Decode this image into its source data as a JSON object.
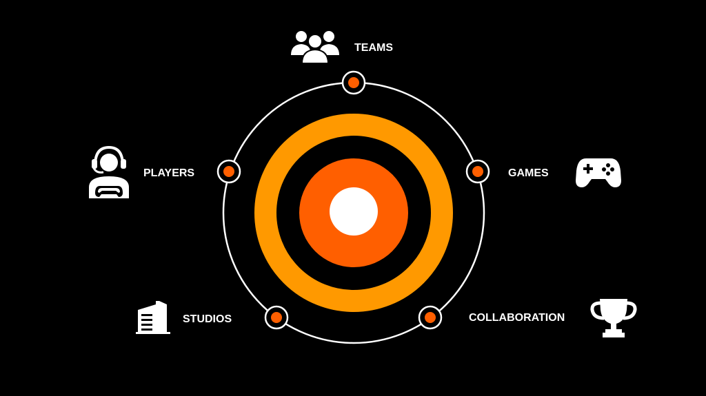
{
  "diagram": {
    "colors": {
      "background": "#000000",
      "outer_orbit": "#ffffff",
      "outer_ring": "#ff9900",
      "inner_disc": "#ff5f00",
      "core": "#ffffff",
      "node_dot": "#ff5f00"
    },
    "nodes": [
      {
        "label": "TEAMS",
        "icon": "team-icon"
      },
      {
        "label": "GAMES",
        "icon": "game-controller-icon"
      },
      {
        "label": "COLLABORATION",
        "icon": "trophy-icon"
      },
      {
        "label": "STUDIOS",
        "icon": "building-icon"
      },
      {
        "label": "PLAYERS",
        "icon": "player-headset-icon"
      }
    ]
  }
}
